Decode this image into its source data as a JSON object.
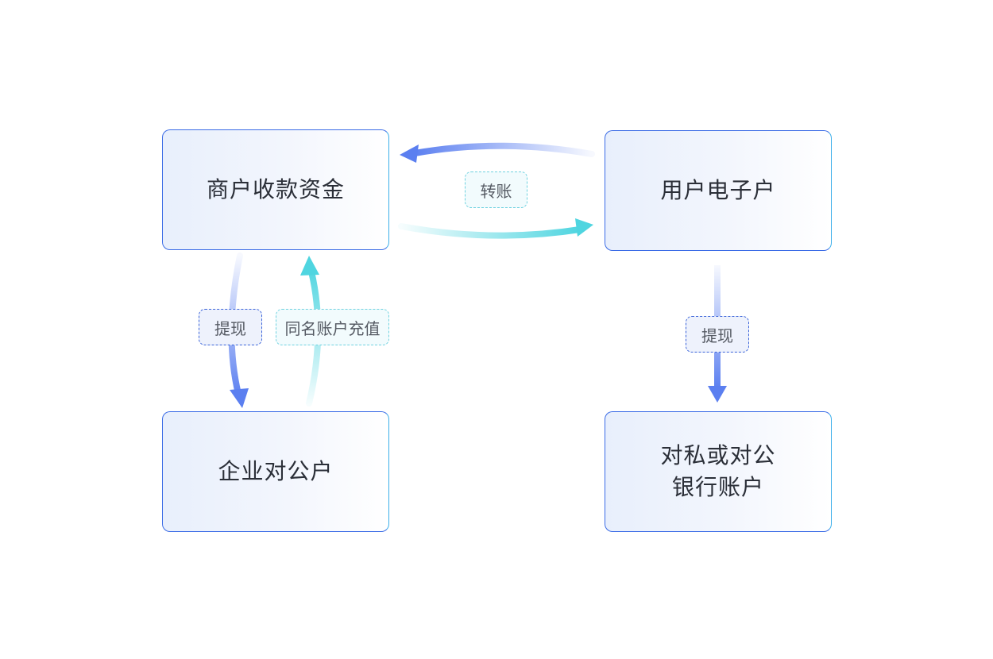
{
  "nodes": {
    "merchant": "商户收款资金",
    "user": "用户电子户",
    "corp": "企业对公户",
    "bank": "对私或对公\n银行账户"
  },
  "edges": {
    "transfer": "转账",
    "withdraw_left": "提现",
    "recharge": "同名账户充值",
    "withdraw_right": "提现"
  },
  "colors": {
    "blue_arrow": "#5b7ff0",
    "cyan_arrow": "#4fd5e0",
    "node_border": "#3a6be6"
  }
}
